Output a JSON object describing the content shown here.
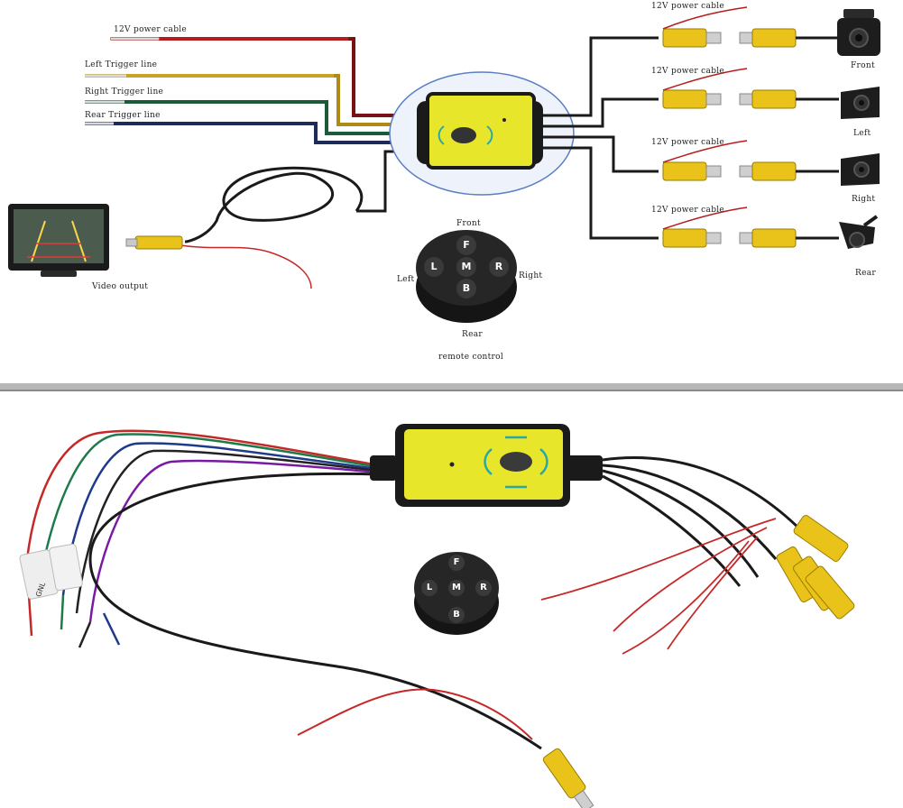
{
  "diagram": {
    "left_labels": {
      "power": "12V power cable",
      "left_trigger": "Left Trigger line",
      "right_trigger": "Right Trigger line",
      "rear_trigger": "Rear Trigger line",
      "video_output": "Video output"
    },
    "right_labels": {
      "power_1": "12V power cable",
      "power_2": "12V power cable",
      "power_3": "12V power cable",
      "power_4": "12V power cable",
      "camera_front": "Front",
      "camera_left": "Left",
      "camera_right": "Right",
      "camera_rear": "Rear"
    },
    "remote": {
      "front": "Front",
      "left": "Left",
      "right": "Right",
      "rear": "Rear",
      "caption": "remote control",
      "keys": {
        "f": "F",
        "l": "L",
        "m": "M",
        "r": "R",
        "b": "B"
      }
    }
  },
  "photo": {
    "remote_keys": {
      "f": "F",
      "l": "L",
      "m": "M",
      "r": "R",
      "b": "B"
    },
    "tag_text": "GNL"
  },
  "colors": {
    "power_red": "#b71c1c",
    "left_yellow": "#c9a227",
    "right_green": "#1d5a3a",
    "rear_blue": "#1e2a5a",
    "module_yellow": "#e8e62a",
    "rca_yellow": "#e9c21a",
    "divider_gray": "#9a9a9a"
  }
}
